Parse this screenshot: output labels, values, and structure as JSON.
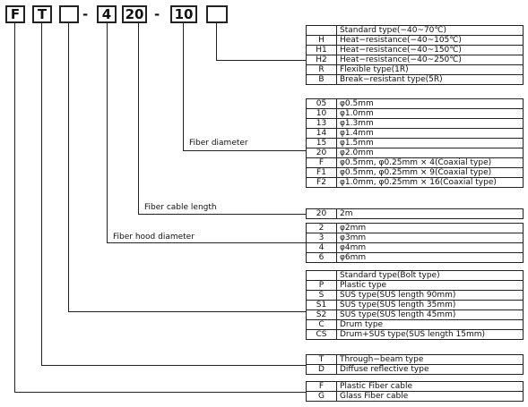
{
  "code_boxes": [
    {
      "name": "fiber-type-box",
      "text": "F"
    },
    {
      "name": "sensing-type-box",
      "text": "T"
    },
    {
      "name": "head-shape-box",
      "text": ""
    },
    {
      "name": "hood-diameter-box",
      "text": "4"
    },
    {
      "name": "cable-length-box",
      "text": "20"
    },
    {
      "name": "fiber-diameter-box",
      "text": "10"
    },
    {
      "name": "option-box",
      "text": ""
    }
  ],
  "separator": "-",
  "labels": {
    "fiber_diameter": "Fiber diameter",
    "fiber_cable_length": "Fiber cable length",
    "fiber_hood_diameter": "Fiber hood diameter"
  },
  "groups": [
    {
      "id": "option",
      "rows": [
        {
          "code": "",
          "desc": "Standard type(−40~70℃)"
        },
        {
          "code": "H",
          "desc": "Heat−resistance(−40~105℃)"
        },
        {
          "code": "H1",
          "desc": "Heat−resistance(−40~150℃)"
        },
        {
          "code": "H2",
          "desc": "Heat−resistance(−40~250℃)"
        },
        {
          "code": "R",
          "desc": "Flexible type(1R)"
        },
        {
          "code": "B",
          "desc": "Break−resistant type(5R)"
        }
      ]
    },
    {
      "id": "fiber-diameter",
      "rows": [
        {
          "code": "05",
          "desc": "φ0.5mm"
        },
        {
          "code": "10",
          "desc": "φ1.0mm"
        },
        {
          "code": "13",
          "desc": "φ1.3mm"
        },
        {
          "code": "14",
          "desc": "φ1.4mm"
        },
        {
          "code": "15",
          "desc": "φ1.5mm"
        },
        {
          "code": "20",
          "desc": "φ2.0mm"
        },
        {
          "code": "F",
          "desc": "φ0.5mm, φ0.25mm × 4(Coaxial type)"
        },
        {
          "code": "F1",
          "desc": "φ0.5mm, φ0.25mm × 9(Coaxial type)"
        },
        {
          "code": "F2",
          "desc": "φ1.0mm, φ0.25mm × 16(Coaxial type)"
        }
      ]
    },
    {
      "id": "cable-length",
      "rows": [
        {
          "code": "20",
          "desc": "2m"
        }
      ]
    },
    {
      "id": "hood-diameter",
      "rows": [
        {
          "code": "2",
          "desc": "φ2mm"
        },
        {
          "code": "3",
          "desc": "φ3mm"
        },
        {
          "code": "4",
          "desc": "φ4mm"
        },
        {
          "code": "6",
          "desc": "φ6mm"
        }
      ]
    },
    {
      "id": "head-shape",
      "rows": [
        {
          "code": "",
          "desc": "Standard type(Bolt type)"
        },
        {
          "code": "P",
          "desc": "Plastic type"
        },
        {
          "code": "S",
          "desc": "SUS type(SUS length 90mm)"
        },
        {
          "code": "S1",
          "desc": "SUS type(SUS length 35mm)"
        },
        {
          "code": "S2",
          "desc": "SUS type(SUS length 45mm)"
        },
        {
          "code": "C",
          "desc": "Drum type"
        },
        {
          "code": "CS",
          "desc": "Drum+SUS type(SUS length 15mm)"
        }
      ]
    },
    {
      "id": "sensing-type",
      "rows": [
        {
          "code": "T",
          "desc": "Through−beam type"
        },
        {
          "code": "D",
          "desc": "Diffuse reflective type"
        }
      ]
    },
    {
      "id": "fiber-type",
      "rows": [
        {
          "code": "F",
          "desc": "Plastic Fiber cable"
        },
        {
          "code": "G",
          "desc": "Glass Fiber cable"
        }
      ]
    }
  ]
}
